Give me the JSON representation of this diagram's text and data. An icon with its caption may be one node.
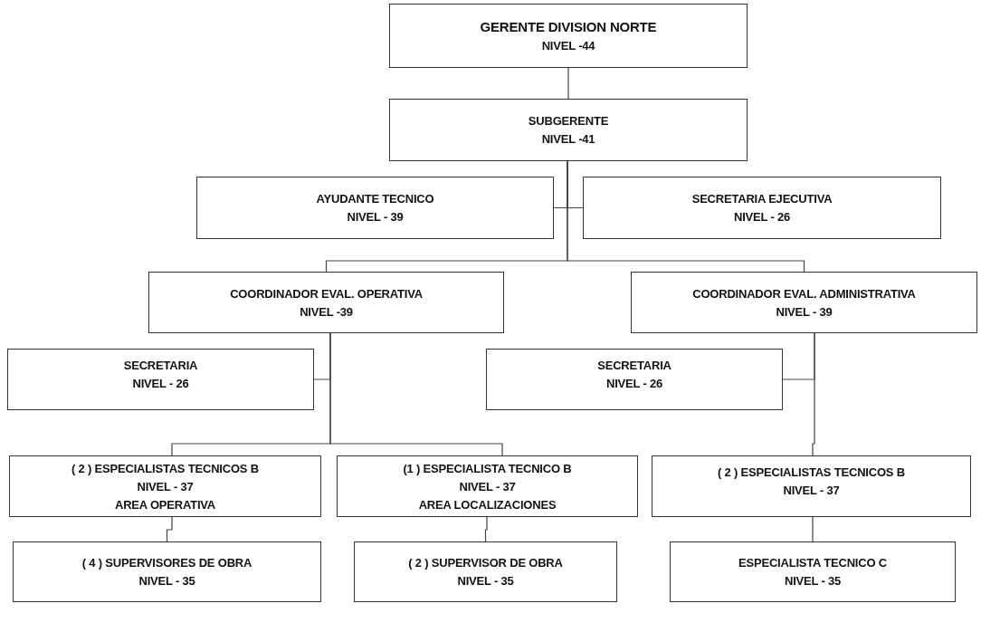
{
  "diagram": {
    "nodes": [
      {
        "text": [
          "GERENTE DIVISION NORTE",
          "NIVEL -44"
        ]
      },
      {
        "text": [
          "SUBGERENTE",
          "NIVEL -41"
        ]
      },
      {
        "text": [
          "AYUDANTE TECNICO",
          "NIVEL - 39"
        ]
      },
      {
        "text": [
          "SECRETARIA EJECUTIVA",
          "NIVEL - 26"
        ]
      },
      {
        "text": [
          "COORDINADOR EVAL. OPERATIVA",
          "NIVEL -39"
        ]
      },
      {
        "text": [
          "COORDINADOR EVAL. ADMINISTRATIVA",
          "NIVEL - 39"
        ]
      },
      {
        "text": [
          "SECRETARIA",
          "NIVEL - 26"
        ]
      },
      {
        "text": [
          "SECRETARIA",
          "NIVEL - 26"
        ]
      },
      {
        "text": [
          "( 2 ) ESPECIALISTAS TECNICOS B",
          "NIVEL - 37",
          "AREA OPERATIVA"
        ]
      },
      {
        "text": [
          "(1 ) ESPECIALISTA TECNICO B",
          "NIVEL - 37",
          "AREA LOCALIZACIONES"
        ]
      },
      {
        "text": [
          "( 2 ) ESPECIALISTAS TECNICOS B",
          "NIVEL - 37"
        ]
      },
      {
        "text": [
          "( 4 ) SUPERVISORES DE OBRA",
          "NIVEL - 35"
        ]
      },
      {
        "text": [
          "( 2 ) SUPERVISOR DE OBRA",
          "NIVEL - 35"
        ]
      },
      {
        "text": [
          "ESPECIALISTA TECNICO C",
          "NIVEL - 35"
        ]
      }
    ],
    "edges": [
      {
        "from": 0,
        "to": 1,
        "arrow": "none"
      },
      {
        "from": 1,
        "to": 2,
        "arrow": "none"
      },
      {
        "from": 1,
        "to": 3,
        "arrow": "none"
      },
      {
        "from": 1,
        "to": 4,
        "arrow": "none"
      },
      {
        "from": 1,
        "to": 5,
        "arrow": "none"
      },
      {
        "from": 4,
        "to": 6,
        "arrow": "none"
      },
      {
        "from": 4,
        "to": 8,
        "arrow": "none"
      },
      {
        "from": 4,
        "to": 9,
        "arrow": "none"
      },
      {
        "from": 5,
        "to": 7,
        "arrow": "none"
      },
      {
        "from": 5,
        "to": 10,
        "arrow": "none"
      },
      {
        "from": 8,
        "to": 11,
        "arrow": "none"
      },
      {
        "from": 9,
        "to": 12,
        "arrow": "none"
      },
      {
        "from": 10,
        "to": 13,
        "arrow": "none"
      }
    ]
  }
}
